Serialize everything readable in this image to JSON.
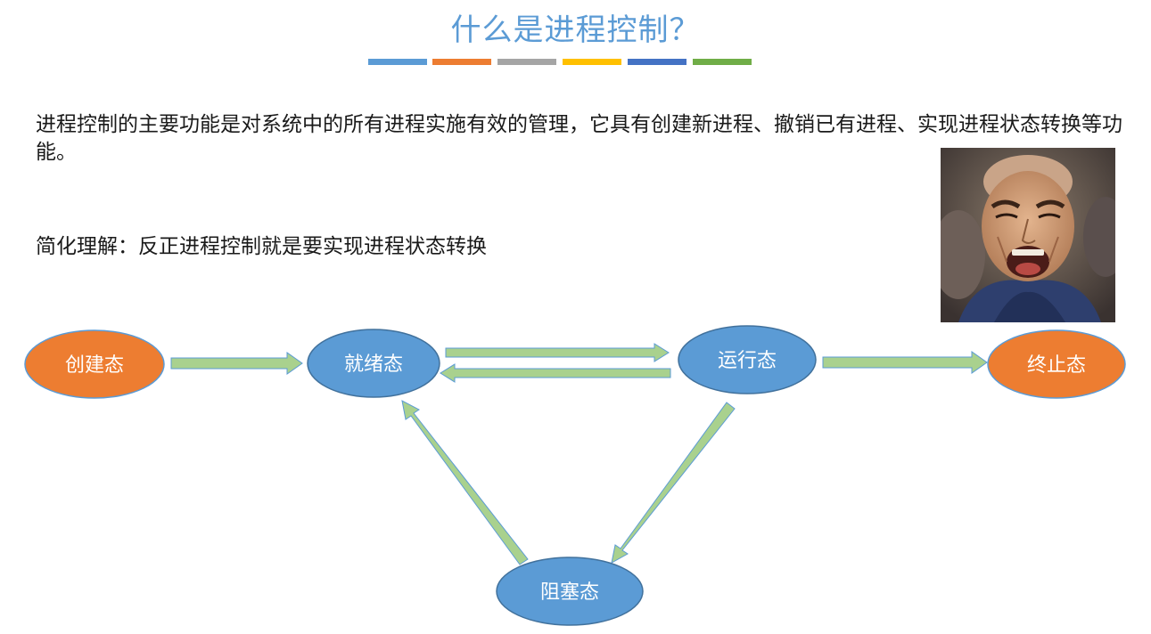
{
  "title": "什么是进程控制？",
  "title_bar_colors": [
    "#5b9bd5",
    "#ed7d31",
    "#a5a5a5",
    "#ffc000",
    "#4472c4",
    "#70ad47"
  ],
  "paragraphs": {
    "main": "进程控制的主要功能是对系统中的所有进程实施有效的管理，它具有创建新进程、撤销已有进程、实现进程状态转换等功能。",
    "summary": "简化理解：反正进程控制就是要实现进程状态转换"
  },
  "image": {
    "icon": "shouting-man-meme-photo"
  },
  "diagram": {
    "colors": {
      "terminal_state": "#ed7d31",
      "active_state": "#5b9bd5",
      "arrow_fill": "#a9d18e",
      "arrow_stroke": "#5b9bd5"
    },
    "states": {
      "create": "创建态",
      "ready": "就绪态",
      "running": "运行态",
      "terminated": "终止态",
      "blocked": "阻塞态"
    },
    "transitions": [
      {
        "from": "创建态",
        "to": "就绪态"
      },
      {
        "from": "就绪态",
        "to": "运行态"
      },
      {
        "from": "运行态",
        "to": "就绪态"
      },
      {
        "from": "运行态",
        "to": "终止态"
      },
      {
        "from": "运行态",
        "to": "阻塞态"
      },
      {
        "from": "阻塞态",
        "to": "就绪态"
      }
    ]
  }
}
